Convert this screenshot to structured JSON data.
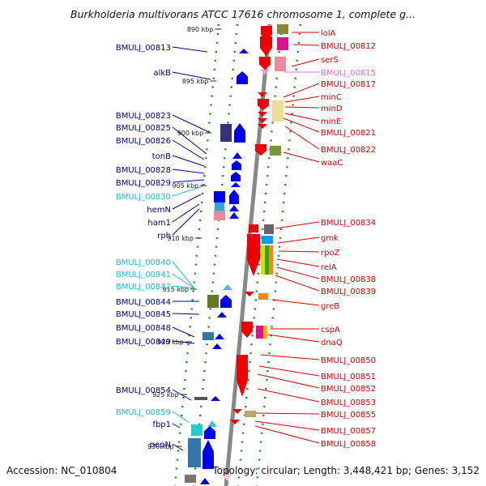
{
  "title": "Burkholderia multivorans ATCC 17616 chromosome 1, complete g...",
  "accession": "Accession: NC_010804",
  "topology": "Topology: circular; Length: 3,448,421 bp; Genes: 3,152",
  "colors": {
    "dark_blue": "#00008b",
    "light_blue": "#22bbdd",
    "red": "#dd0000",
    "pink": "#ee66ee",
    "backbone": "#888888",
    "dotted_guide": "#228b22"
  },
  "ticks": [
    {
      "label": "890 kbp"
    },
    {
      "label": "895 kbp"
    },
    {
      "label": "900 kbp"
    },
    {
      "label": "905 kbp"
    },
    {
      "label": "910 kbp"
    },
    {
      "label": "915 kbp"
    },
    {
      "label": "920 kbp"
    },
    {
      "label": "925 kbp"
    },
    {
      "label": "930 kbp"
    }
  ],
  "left_genes": [
    {
      "label": "BMULJ_00813",
      "color": "dark_blue"
    },
    {
      "label": "alkB",
      "color": "dark_blue"
    },
    {
      "label": "BMULJ_00823",
      "color": "dark_blue"
    },
    {
      "label": "BMULJ_00825",
      "color": "dark_blue"
    },
    {
      "label": "BMULJ_00826",
      "color": "dark_blue"
    },
    {
      "label": "tonB",
      "color": "dark_blue"
    },
    {
      "label": "BMULJ_00828",
      "color": "dark_blue"
    },
    {
      "label": "BMULJ_00829",
      "color": "dark_blue"
    },
    {
      "label": "BMULJ_00830",
      "color": "light_blue"
    },
    {
      "label": "hemN",
      "color": "dark_blue"
    },
    {
      "label": "ham1",
      "color": "dark_blue"
    },
    {
      "label": "rph",
      "color": "dark_blue"
    },
    {
      "label": "BMULJ_00840",
      "color": "light_blue"
    },
    {
      "label": "BMULJ_00841",
      "color": "light_blue"
    },
    {
      "label": "BMULJ_00842",
      "color": "light_blue"
    },
    {
      "label": "BMULJ_00844",
      "color": "dark_blue"
    },
    {
      "label": "BMULJ_00845",
      "color": "dark_blue"
    },
    {
      "label": "BMULJ_00848",
      "color": "dark_blue"
    },
    {
      "label": "BMULJ_00849",
      "color": "dark_blue"
    },
    {
      "label": "BMULJ_00854",
      "color": "dark_blue"
    },
    {
      "label": "BMULJ_00859",
      "color": "light_blue"
    },
    {
      "label": "fbp1",
      "color": "dark_blue"
    },
    {
      "label": "pepN",
      "color": "dark_blue"
    }
  ],
  "right_genes": [
    {
      "label": "lolA",
      "color": "red"
    },
    {
      "label": "BMULJ_00812",
      "color": "red"
    },
    {
      "label": "serS",
      "color": "red"
    },
    {
      "label": "BMULJ_00815",
      "color": "pink"
    },
    {
      "label": "BMULJ_00817",
      "color": "red"
    },
    {
      "label": "minC",
      "color": "red"
    },
    {
      "label": "minD",
      "color": "red"
    },
    {
      "label": "minE",
      "color": "red"
    },
    {
      "label": "BMULJ_00821",
      "color": "red"
    },
    {
      "label": "BMULJ_00822",
      "color": "red"
    },
    {
      "label": "waaC",
      "color": "red"
    },
    {
      "label": "BMULJ_00834",
      "color": "red"
    },
    {
      "label": "gmk",
      "color": "red"
    },
    {
      "label": "rpoZ",
      "color": "red"
    },
    {
      "label": "relA",
      "color": "red"
    },
    {
      "label": "BMULJ_00838",
      "color": "red"
    },
    {
      "label": "BMULJ_00839",
      "color": "red"
    },
    {
      "label": "greB",
      "color": "red"
    },
    {
      "label": "cspA",
      "color": "red"
    },
    {
      "label": "dnaQ",
      "color": "red"
    },
    {
      "label": "BMULJ_00850",
      "color": "red"
    },
    {
      "label": "BMULJ_00851",
      "color": "red"
    },
    {
      "label": "BMULJ_00852",
      "color": "red"
    },
    {
      "label": "BMULJ_00853",
      "color": "red"
    },
    {
      "label": "BMULJ_00855",
      "color": "red"
    },
    {
      "label": "BMULJ_00857",
      "color": "red"
    },
    {
      "label": "BMULJ_00858",
      "color": "red"
    }
  ]
}
